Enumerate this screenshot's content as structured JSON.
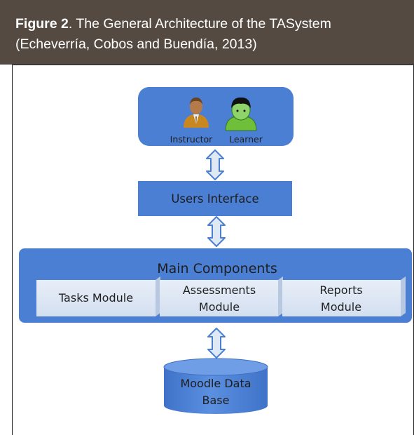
{
  "figure": {
    "label": "Figure 2",
    "caption": ". The General Architecture of the TASystem",
    "citation": "(Echeverría, Cobos and Buendía, 2013)"
  },
  "diagram": {
    "users": {
      "instructor": "Instructor",
      "learner": "Learner"
    },
    "users_interface": "Users Interface",
    "main_components": {
      "title": "Main Components",
      "tasks_module": "Tasks Module",
      "assessments_module": [
        "Assessments",
        "Module"
      ],
      "reports_module": [
        "Reports",
        "Module"
      ]
    },
    "database": [
      "Moodle Data",
      "Base"
    ]
  },
  "colors": {
    "header_bg": "#554a41",
    "box_blue": "#4a7fd4",
    "module_fill": "#dfe9f6",
    "arrow_fill": "#dfe9f6",
    "arrow_stroke": "#4a7fd4"
  }
}
